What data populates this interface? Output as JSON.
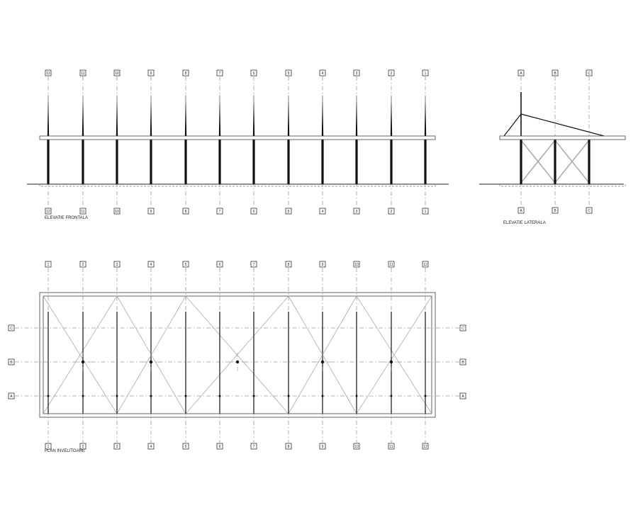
{
  "front_elevation": {
    "title": "ELEVATIE FRONTALA",
    "grid_labels": [
      "12",
      "11",
      "10",
      "9",
      "8",
      "7",
      "6",
      "5",
      "4",
      "3",
      "2",
      "1"
    ]
  },
  "side_elevation": {
    "title": "ELEVATIE LATERALA",
    "grid_labels": [
      "A",
      "B",
      "C"
    ]
  },
  "roof_plan": {
    "title": "PLAN INVELITOARE",
    "column_labels": [
      "1",
      "2",
      "3",
      "4",
      "5",
      "6",
      "7",
      "8",
      "9",
      "10",
      "11",
      "12"
    ],
    "row_labels": [
      "C",
      "B",
      "A"
    ]
  },
  "colors": {
    "line": "#111111",
    "brace": "#aaaaaa",
    "grid": "#999999"
  }
}
